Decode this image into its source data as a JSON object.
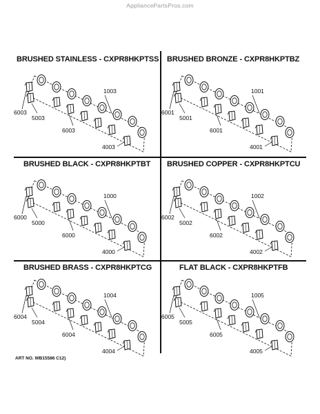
{
  "watermark": "AppliancePartsPros.com",
  "art_number": "ART NO. WB15586 C12)",
  "panels": [
    {
      "title": "BRUSHED STAINLESS - CXPR8HKPTSS",
      "labels": {
        "main": "1003",
        "knob_front": "6003",
        "knob_back": "5003",
        "knob_row": "6003",
        "knob_end": "4003"
      }
    },
    {
      "title": "BRUSHED BRONZE - CXPR8HKPTBZ",
      "labels": {
        "main": "1001",
        "knob_front": "6001",
        "knob_back": "5001",
        "knob_row": "6001",
        "knob_end": "4001"
      }
    },
    {
      "title": "BRUSHED BLACK - CXPR8HKPTBT",
      "labels": {
        "main": "1000",
        "knob_front": "6000",
        "knob_back": "5000",
        "knob_row": "6000",
        "knob_end": "4000"
      }
    },
    {
      "title": "BRUSHED COPPER - CXPR8HKPTCU",
      "labels": {
        "main": "1002",
        "knob_front": "6002",
        "knob_back": "5002",
        "knob_row": "6002",
        "knob_end": "4002"
      }
    },
    {
      "title": "BRUSHED BRASS - CXPR8HKPTCG",
      "labels": {
        "main": "1004",
        "knob_front": "6004",
        "knob_back": "5004",
        "knob_row": "6004",
        "knob_end": "4004"
      }
    },
    {
      "title": "FLAT BLACK - CXPR8HKPTFB",
      "labels": {
        "main": "1005",
        "knob_front": "6005",
        "knob_back": "5005",
        "knob_row": "6005",
        "knob_end": "4005"
      }
    }
  ]
}
